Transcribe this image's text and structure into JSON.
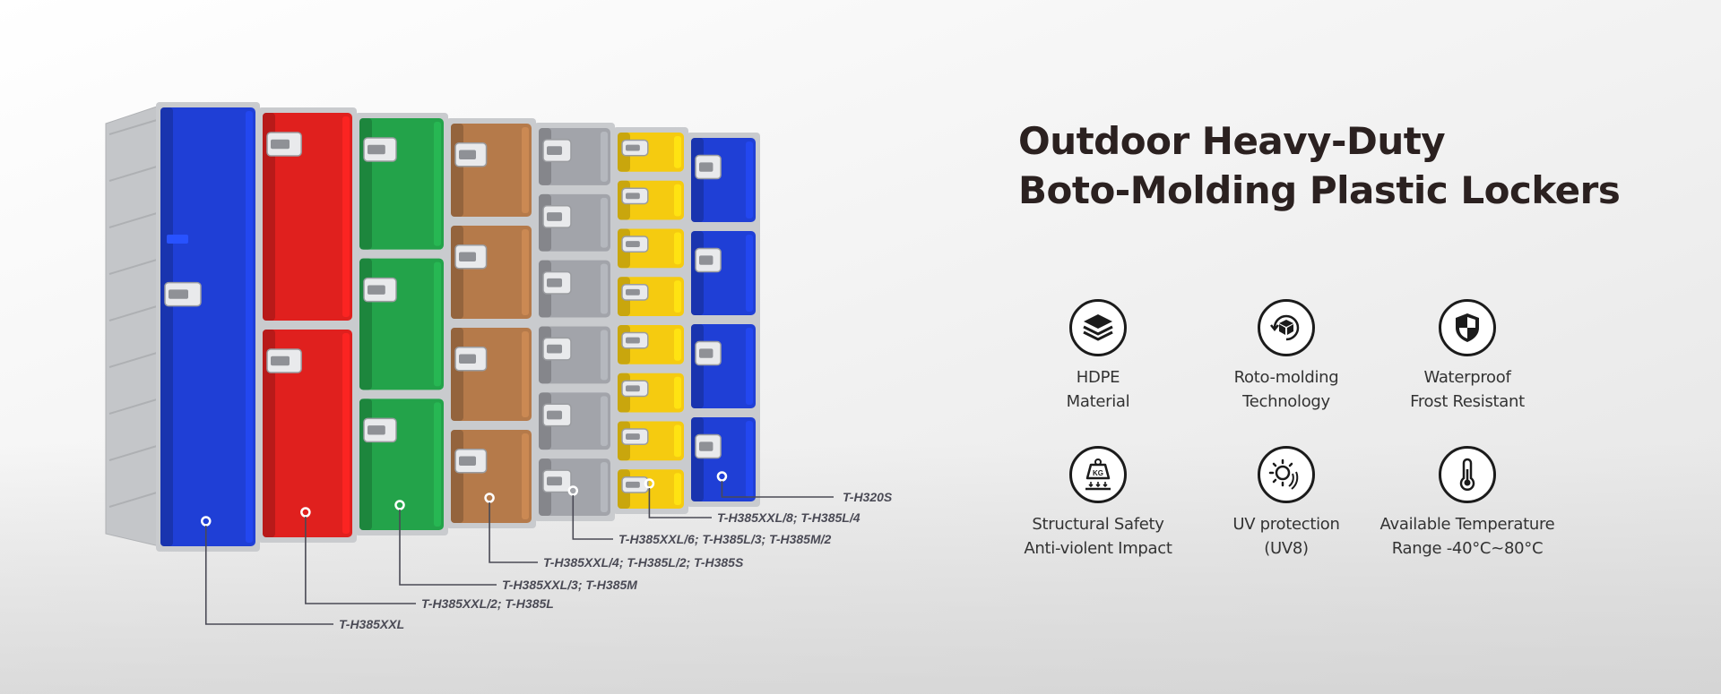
{
  "product": {
    "title_line1": "Outdoor Heavy-Duty",
    "title_line2": "Boto-Molding Plastic Lockers"
  },
  "colors": {
    "blue": "#1f3fd6",
    "red": "#e0201e",
    "green": "#23a34a",
    "brown": "#b57a4a",
    "gray": "#a2a4aa",
    "yellow": "#f5cb10",
    "frame": "#c9cbce",
    "title": "#2b2120"
  },
  "callouts": [
    {
      "icon": "blue-single-locker",
      "label": "T-H385XXL"
    },
    {
      "icon": "red-two-door-locker",
      "label": "T-H385XXL/2; T-H385L"
    },
    {
      "icon": "green-three-door-locker",
      "label": "T-H385XXL/3; T-H385M"
    },
    {
      "icon": "brown-four-door-locker",
      "label": "T-H385XXL/4; T-H385L/2; T-H385S"
    },
    {
      "icon": "gray-six-door-locker",
      "label": "T-H385XXL/6; T-H385L/3; T-H385M/2"
    },
    {
      "icon": "yellow-eight-door-locker",
      "label": "T-H385XXL/8; T-H385L/4"
    },
    {
      "icon": "blue-four-door-small-locker",
      "label": "T-H320S"
    }
  ],
  "features": [
    {
      "icon": "layers-icon",
      "line1": "HDPE",
      "line2": "Material"
    },
    {
      "icon": "roto-cube-icon",
      "line1": "Roto-molding",
      "line2": "Technology"
    },
    {
      "icon": "shield-icon",
      "line1": "Waterproof",
      "line2": "Frost Resistant"
    },
    {
      "icon": "weight-kg-icon",
      "line1": "Structural Safety",
      "line2": "Anti-violent Impact"
    },
    {
      "icon": "sun-uv-icon",
      "line1": "UV protection",
      "line2": "(UV8)"
    },
    {
      "icon": "thermometer-icon",
      "line1": "Available Temperature",
      "line2": "Range -40°C~80°C"
    }
  ]
}
